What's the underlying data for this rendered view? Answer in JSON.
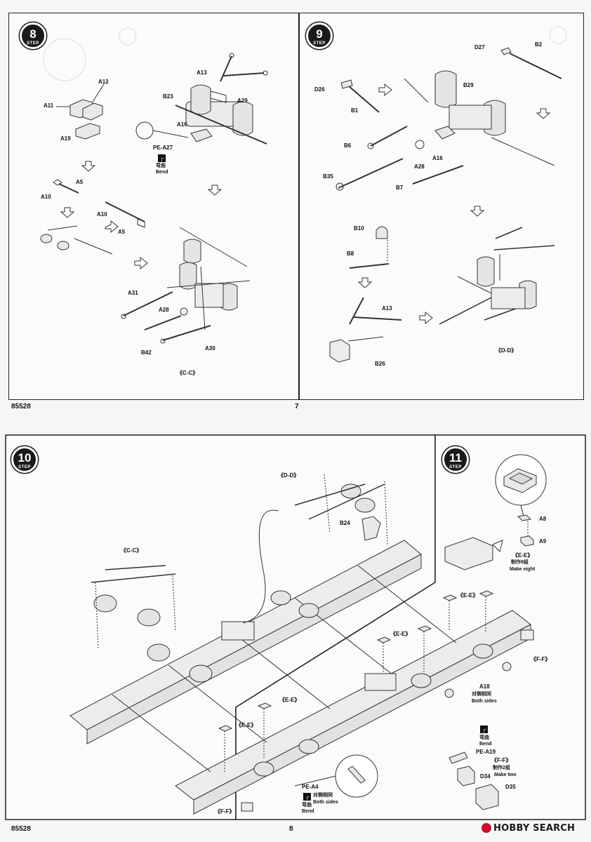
{
  "page_top": {
    "catalog": "85528",
    "page_number": "7",
    "step8": {
      "number": "8",
      "word": "STEP",
      "labels": {
        "A13": "A13",
        "A12": "A12",
        "A11": "A11",
        "A19": "A19",
        "B23": "B23",
        "A29": "A29",
        "A16": "A16",
        "PE_A27": "PE-A27",
        "bend_cn": "弯曲",
        "bend_en": "Bend",
        "A5a": "A5",
        "A10a": "A10",
        "A10b": "A10",
        "A5b": "A5",
        "A31": "A31",
        "A28": "A28",
        "B42": "B42",
        "A30": "A30"
      },
      "caption": "《C-C》"
    },
    "step9": {
      "number": "9",
      "word": "STEP",
      "labels": {
        "D27": "D27",
        "B2": "B2",
        "D26": "D26",
        "B29": "B29",
        "B1": "B1",
        "B6": "B6",
        "A16": "A16",
        "A28": "A28",
        "B35": "B35",
        "B7": "B7",
        "B10": "B10",
        "B8": "B8",
        "A13": "A13",
        "B26": "B26"
      },
      "caption": "《D-D》"
    }
  },
  "page_bottom": {
    "catalog": "85528",
    "page_number": "8",
    "step10": {
      "number": "10",
      "word": "STEP",
      "labels": {
        "DD": "《D-D》",
        "B24": "B24",
        "CC": "《C-C》",
        "EE1": "《E-E》",
        "EE2": "《E-E》",
        "EE3": "《E-E》",
        "EE4": "《E-E》",
        "FF1": "《F-F》",
        "FF2": "《F-F》",
        "A18": "A18",
        "both_cn1": "对侧相同",
        "both_en1": "Both sides",
        "bend_cn1": "弯曲",
        "bend_en1": "Bend",
        "PE_A19": "PE-A19",
        "FF3": "《F-F》",
        "make2_cn": "制作2组",
        "make2_en": "Make two",
        "D34": "D34",
        "D35": "D35",
        "PE_A4": "PE-A4",
        "both_cn2": "对侧相同",
        "both_en2": "Both sides",
        "bend_cn2": "弯曲",
        "bend_en2": "Bend"
      }
    },
    "step11": {
      "number": "11",
      "word": "STEP",
      "labels": {
        "A8": "A8",
        "A9": "A9",
        "EE": "《E-E》",
        "make8_cn": "制作8组",
        "make8_en": "Make eight"
      }
    }
  },
  "watermark": {
    "brand": "HOBBY SEARCH",
    "brand_color": "#c8102e"
  }
}
